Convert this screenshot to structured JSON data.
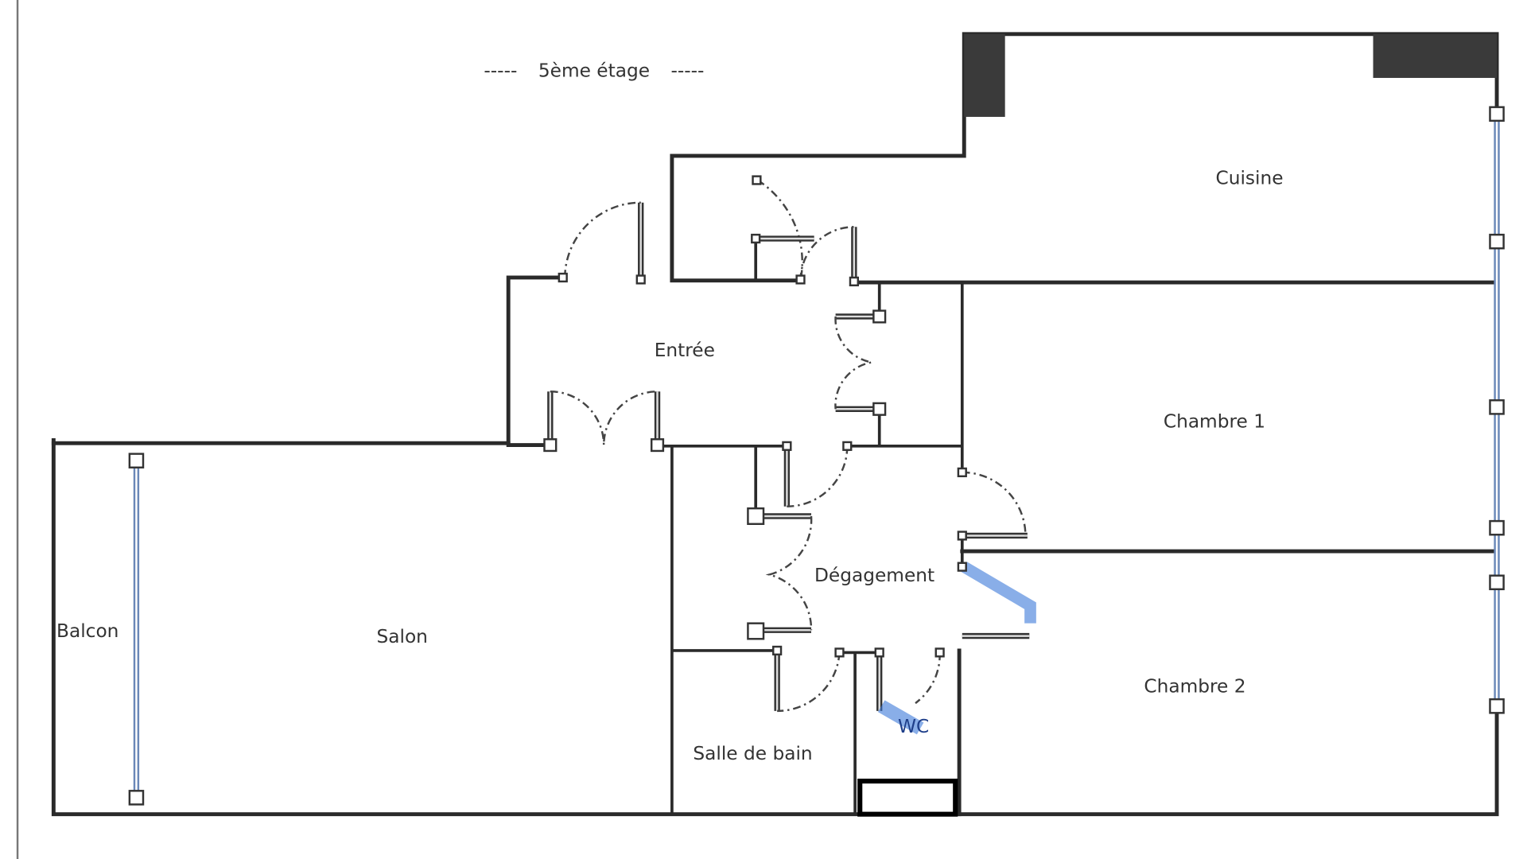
{
  "title": "5ème étage",
  "title_dashes": "-----",
  "rooms": {
    "cuisine": "Cuisine",
    "entree": "Entrée",
    "chambre1": "Chambre 1",
    "degagement": "Dégagement",
    "balcon": "Balcon",
    "salon": "Salon",
    "chambre2": "Chambre 2",
    "salle_de_bain": "Salle de bain",
    "wc": "WC"
  },
  "colors": {
    "wall": "#2a2a2a",
    "window": "#6a88b8",
    "highlight": "#3b78d8"
  }
}
